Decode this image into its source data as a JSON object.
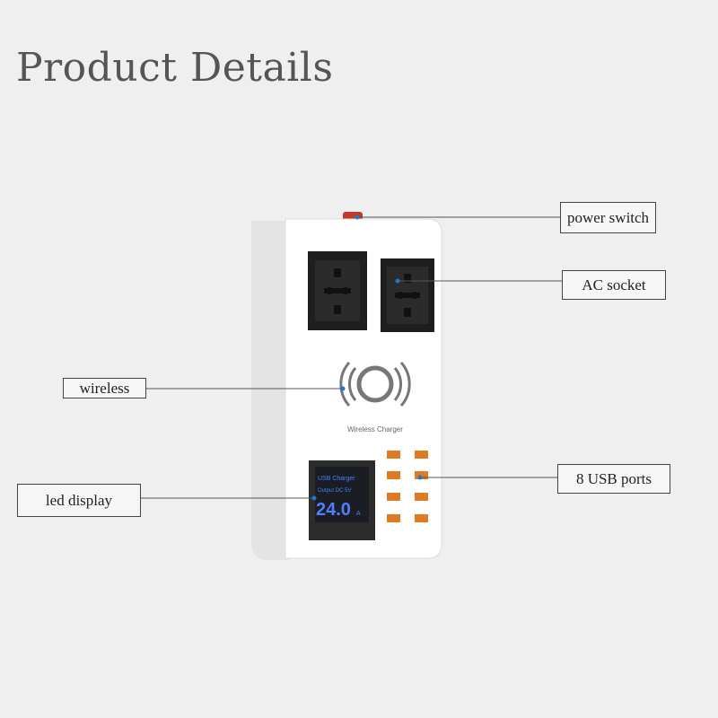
{
  "heading": "Product Details",
  "callouts": {
    "power_switch": "power switch",
    "ac_socket": "AC socket",
    "wireless": "wireless",
    "usb_ports": "8 USB ports",
    "led_display": "led display"
  },
  "device": {
    "wireless_caption": "Wireless Charger",
    "display_line1": "USB Charger",
    "display_line2": "Output DC 5V",
    "display_value": "24.0",
    "display_unit": "A"
  },
  "colors": {
    "background": "#efefef",
    "body": "#ffffff",
    "socket": "#1e1e1e",
    "usb_port": "#e07a22",
    "lcd_digits": "#4f7fff",
    "switch": "#c0392b",
    "leader_dot": "#1f78c8"
  }
}
